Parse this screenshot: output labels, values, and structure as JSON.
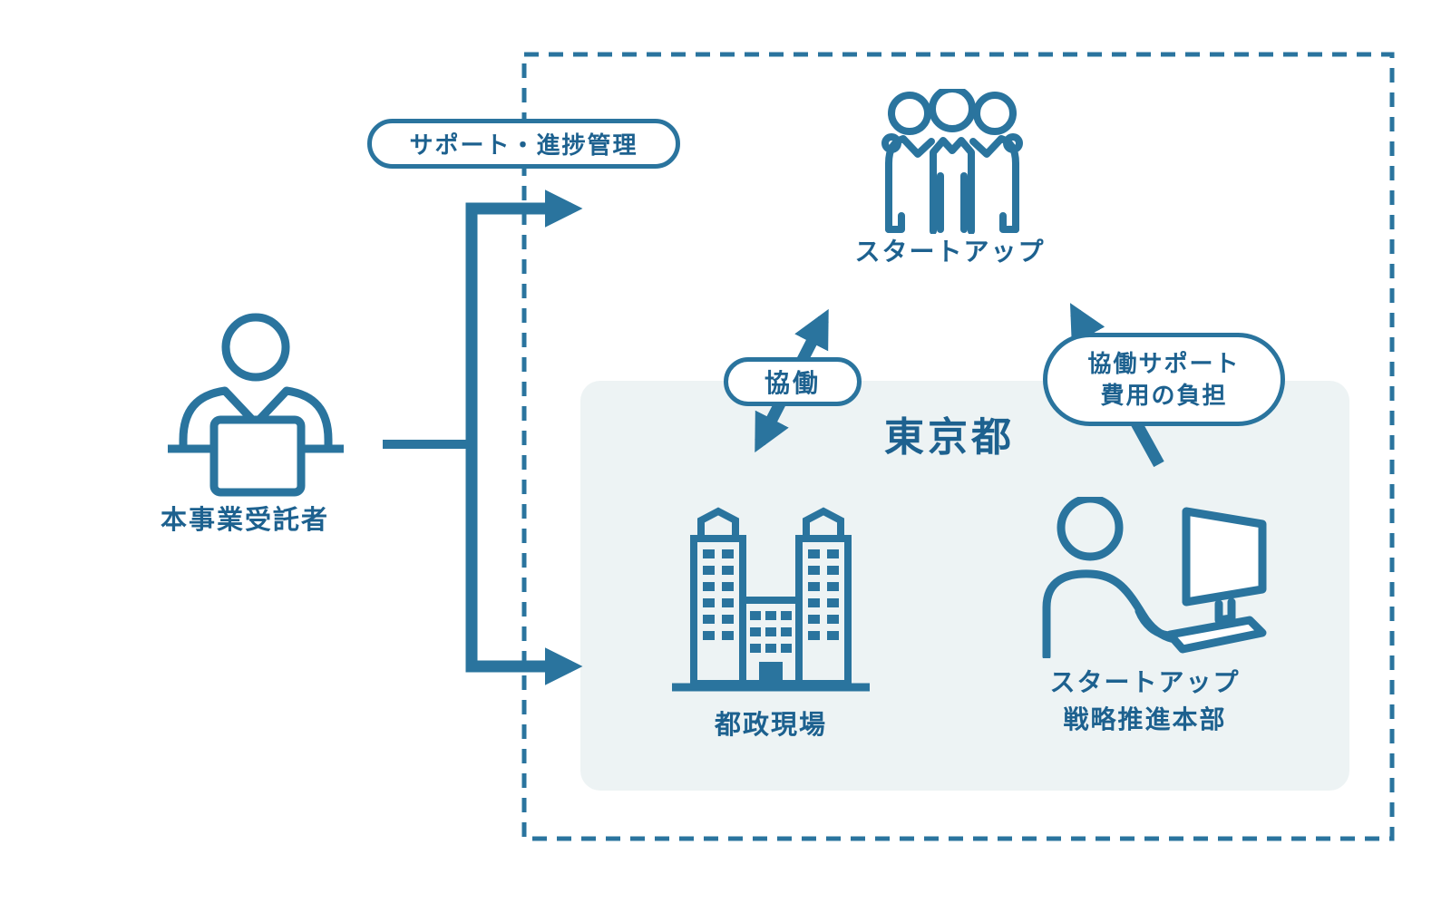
{
  "colors": {
    "accent": "#2a749e",
    "text": "#1d618f",
    "panel_bg": "#edf3f4",
    "background": "#ffffff"
  },
  "region": {
    "tokyo_label": "東京都"
  },
  "nodes": {
    "contractor": {
      "label": "本事業受託者",
      "icon": "person-laptop-icon"
    },
    "startup": {
      "label": "スタートアップ",
      "icon": "three-people-icon"
    },
    "gov_field": {
      "label": "都政現場",
      "icon": "government-building-icon"
    },
    "strategy_hq": {
      "line1": "スタートアップ",
      "line2": "戦略推進本部",
      "icon": "person-computer-icon"
    }
  },
  "edges": {
    "support": {
      "label": "サポート・進捗管理"
    },
    "collaboration": {
      "label": "協働"
    },
    "cost_share": {
      "line1": "協働サポート",
      "line2": "費用の負担"
    }
  }
}
